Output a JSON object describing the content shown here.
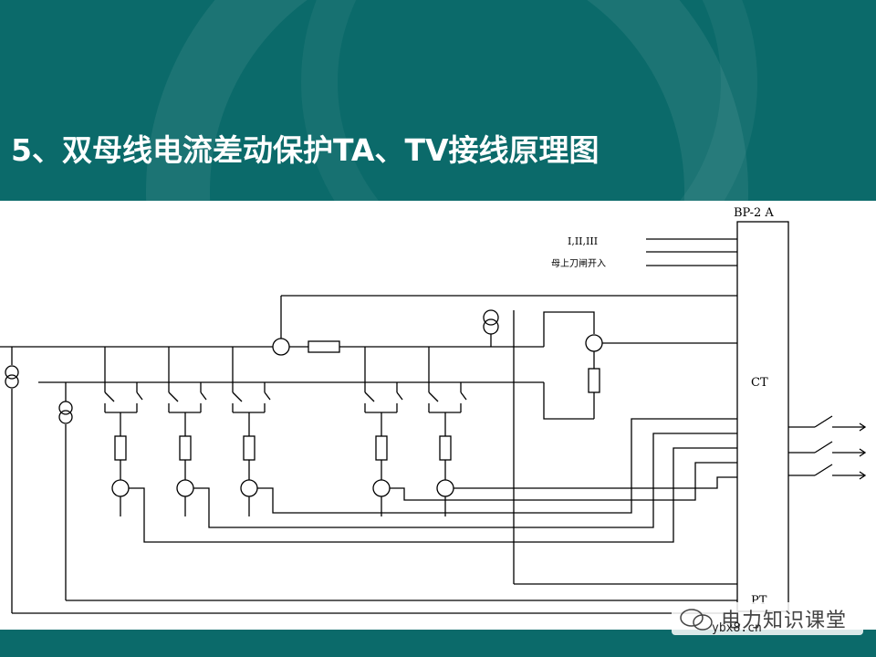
{
  "slide": {
    "title": "5、双母线电流差动保护TA、TV接线原理图",
    "header_color": "#0b6a6a"
  },
  "diagram": {
    "device_label": "BP-2 A",
    "input_label_1": "I,II,III",
    "input_label_2": "母上刀闸开入",
    "ct_label": "CT",
    "pt_label": "PT"
  },
  "watermark": {
    "brand": "电力知识课堂",
    "url": "ybx8.cn",
    "icon": "wechat-icon"
  }
}
